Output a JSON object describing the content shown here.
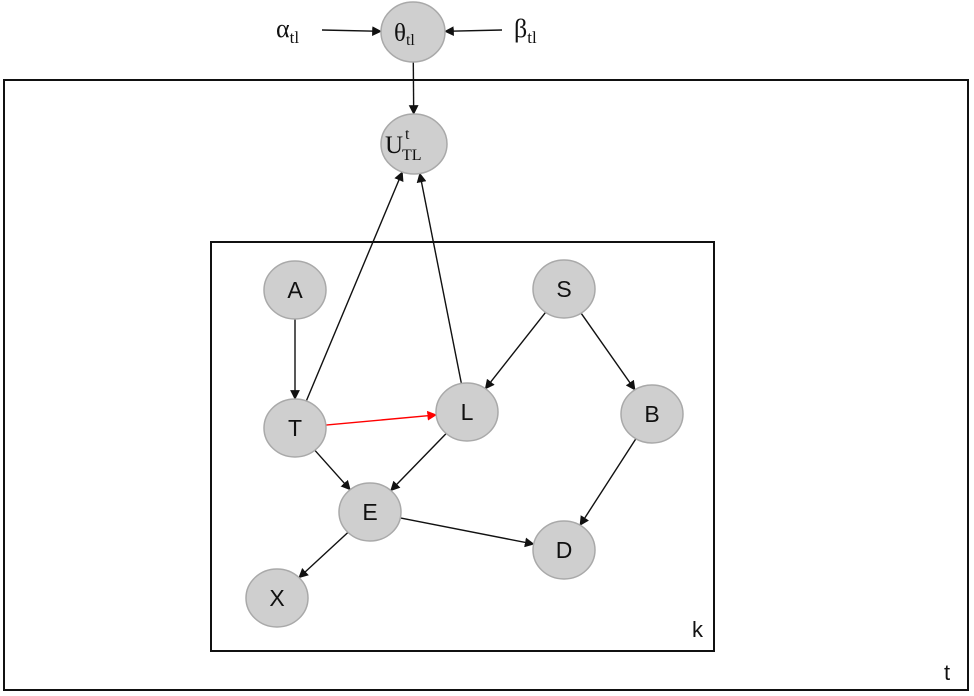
{
  "colors": {
    "node_fill": "#cfcfcf",
    "edge": "#111111",
    "highlight_edge": "#ff0000"
  },
  "hyperparameters": {
    "alpha": {
      "symbol": "α",
      "subscript": "tl"
    },
    "beta": {
      "symbol": "β",
      "subscript": "tl"
    }
  },
  "top_nodes": {
    "theta": {
      "symbol": "θ",
      "subscript": "tl"
    },
    "utility": {
      "symbol": "U",
      "superscript": "t",
      "subscript": "TL"
    }
  },
  "nodes": [
    {
      "id": "A",
      "label": "A"
    },
    {
      "id": "S",
      "label": "S"
    },
    {
      "id": "T",
      "label": "T"
    },
    {
      "id": "L",
      "label": "L"
    },
    {
      "id": "B",
      "label": "B"
    },
    {
      "id": "E",
      "label": "E"
    },
    {
      "id": "D",
      "label": "D"
    },
    {
      "id": "X",
      "label": "X"
    }
  ],
  "plates": {
    "outer": {
      "label": "t"
    },
    "inner": {
      "label": "k"
    }
  },
  "edges": [
    {
      "from": "alpha",
      "to": "theta"
    },
    {
      "from": "beta",
      "to": "theta"
    },
    {
      "from": "theta",
      "to": "U"
    },
    {
      "from": "T",
      "to": "U"
    },
    {
      "from": "L",
      "to": "U"
    },
    {
      "from": "A",
      "to": "T"
    },
    {
      "from": "T",
      "to": "L",
      "highlighted": true
    },
    {
      "from": "S",
      "to": "L"
    },
    {
      "from": "S",
      "to": "B"
    },
    {
      "from": "T",
      "to": "E"
    },
    {
      "from": "L",
      "to": "E"
    },
    {
      "from": "B",
      "to": "D"
    },
    {
      "from": "E",
      "to": "D"
    },
    {
      "from": "E",
      "to": "X"
    }
  ]
}
